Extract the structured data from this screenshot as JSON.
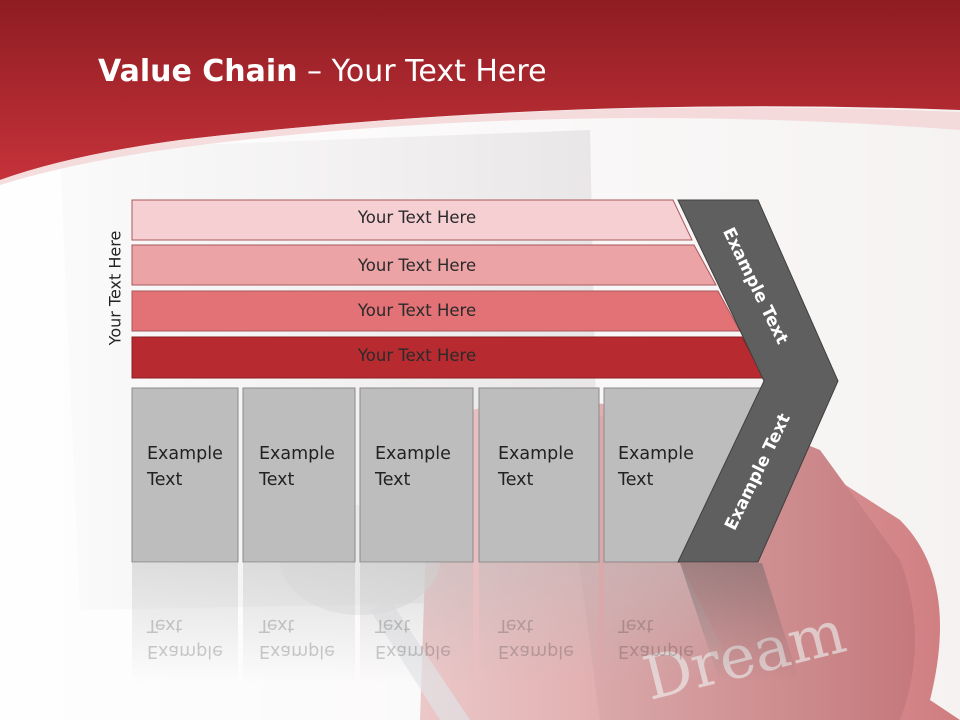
{
  "slide": {
    "title_bold": "Value Chain",
    "title_rest": " – Your Text Here",
    "side_label": "Your Text Here",
    "bars": [
      {
        "label": "Your Text Here",
        "color": "#f6cfd2"
      },
      {
        "label": "Your Text Here",
        "color": "#eba3a6"
      },
      {
        "label": "Your Text Here",
        "color": "#e27275"
      },
      {
        "label": "Your Text Here",
        "color": "#b72a30"
      }
    ],
    "boxes": [
      {
        "line1": "Example",
        "line2": "Text"
      },
      {
        "line1": "Example",
        "line2": "Text"
      },
      {
        "line1": "Example",
        "line2": "Text"
      },
      {
        "line1": "Example",
        "line2": "Text"
      },
      {
        "line1": "Example",
        "line2": "Text"
      }
    ],
    "chevron_top_label": "Example Text",
    "chevron_bottom_label": "Example Text",
    "colors": {
      "header_red": "#b8282e",
      "chevron_gray": "#5f5f5f",
      "box_gray": "#bdbdbd"
    }
  }
}
